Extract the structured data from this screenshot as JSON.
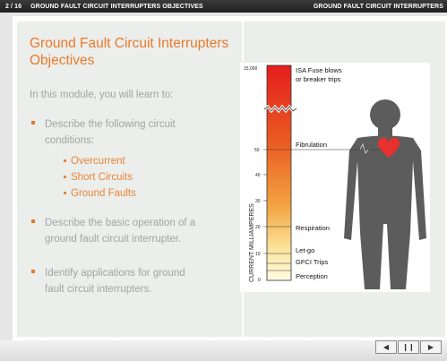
{
  "header": {
    "page_indicator": "2 / 16",
    "title": "GROUND FAULT CIRCUIT INTERRUPTERS OBJECTIVES",
    "section": "GROUND FAULT CIRCUIT INTERRUPTERS"
  },
  "content": {
    "title_line1": "Ground Fault Circuit Interrupters",
    "title_line2": "Objectives",
    "intro": "In this module, you will learn to:",
    "bullets": [
      {
        "line1": "Describe the following circuit",
        "line2": "conditions:"
      },
      {
        "line1": "Describe the basic operation of a",
        "line2": "ground fault circuit interrupter."
      },
      {
        "line1": "Identify applications for ground",
        "line2": "fault circuit interrupters."
      }
    ],
    "subitems": [
      "Overcurrent",
      "Short Circuits",
      "Ground Faults"
    ]
  },
  "diagram": {
    "ylabel": "CURRENT MILLIAMPERES",
    "ticks": [
      "15,000",
      "50",
      "40",
      "30",
      "20",
      "10",
      "0"
    ],
    "labels": {
      "fuse_line1": "ISA Fuse blows",
      "fuse_line2": "or breaker trips",
      "fibrulation": "Fibrulation",
      "respiration": "Respiration",
      "letgo": "Let-go",
      "gfci": "GFCI Trips",
      "perception": "Perception"
    },
    "colors": {
      "accent": "#e8792a",
      "heart": "#e8302f",
      "body": "#5c5c5c"
    }
  },
  "nav": {
    "prev_icon": "◀",
    "pause_icon": "❙❙",
    "next_icon": "▶"
  }
}
